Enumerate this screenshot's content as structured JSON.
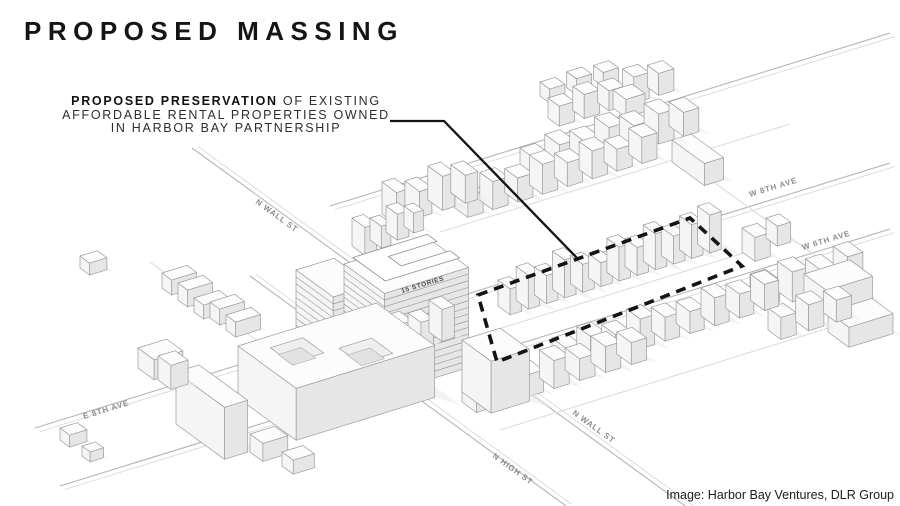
{
  "page": {
    "title": "PROPOSED MASSING",
    "credit": "Image: Harbor Bay Ventures, DLR Group"
  },
  "annotation": {
    "line1_bold": "PROPOSED PRESERVATION",
    "line1_rest": " OF EXISTING",
    "line2": "AFFORDABLE RENTAL PROPERTIES OWNED",
    "line3": "IN HARBOR BAY PARTNERSHIP"
  },
  "diagram": {
    "tower_label": "15 STORIES",
    "street_labels": [
      "N WALL ST",
      "W 8TH AVE",
      "W 6TH AVE",
      "E 8TH AVE",
      "N WALL ST",
      "N HIGH ST"
    ],
    "colors": {
      "dashed_outline": "#141414",
      "leader_line": "#141414",
      "street_line": "#b5b5b5",
      "street_label": "#8c8c8c",
      "building_face_light": "#f5f5f5",
      "building_face_shade": "#e6e6e6"
    }
  }
}
